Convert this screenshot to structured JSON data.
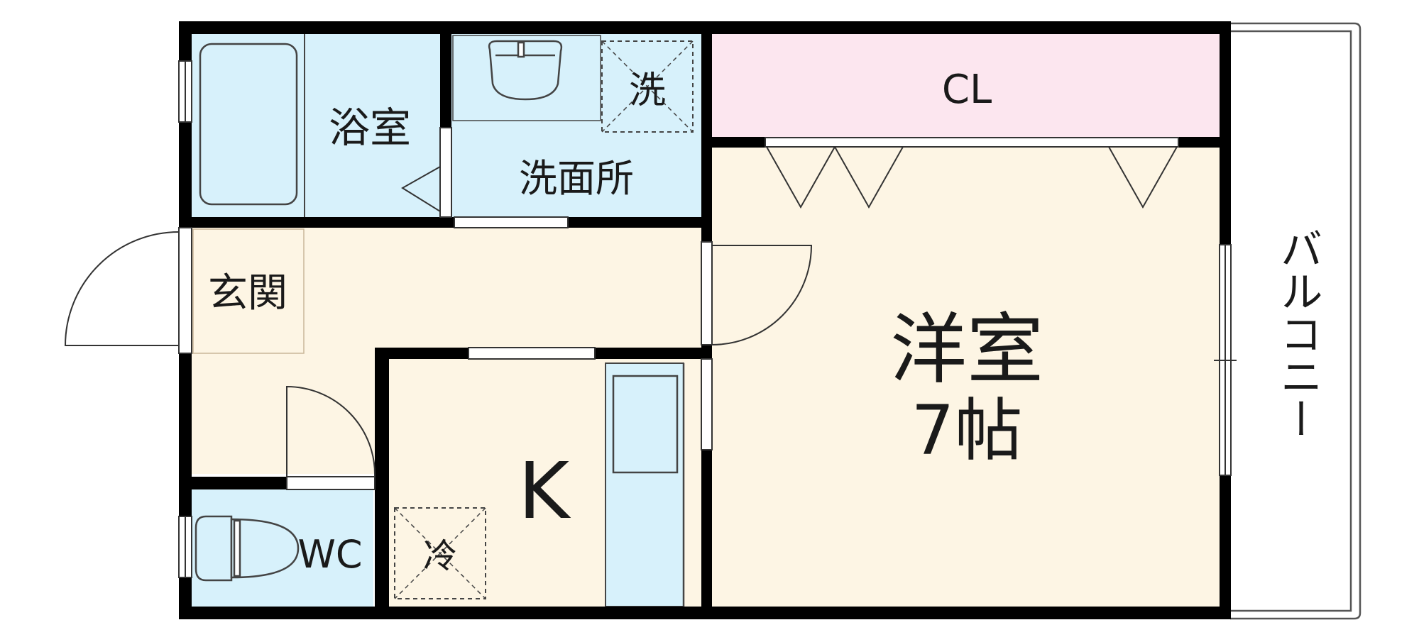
{
  "rooms": {
    "bath": "浴室",
    "washroom": "洗面所",
    "washer": "洗",
    "closet": "CL",
    "western_room": "洋室",
    "western_room_size": "7帖",
    "entrance": "玄関",
    "kitchen": "K",
    "fridge": "冷",
    "toilet": "WC",
    "balcony": "バルコニー"
  },
  "colors": {
    "wall": "#000000",
    "wet_area": "#d7f1fb",
    "living_area": "#fdf5e4",
    "closet": "#fce6ef",
    "fixture_stroke": "#444444",
    "balcony_line": "#555555"
  }
}
